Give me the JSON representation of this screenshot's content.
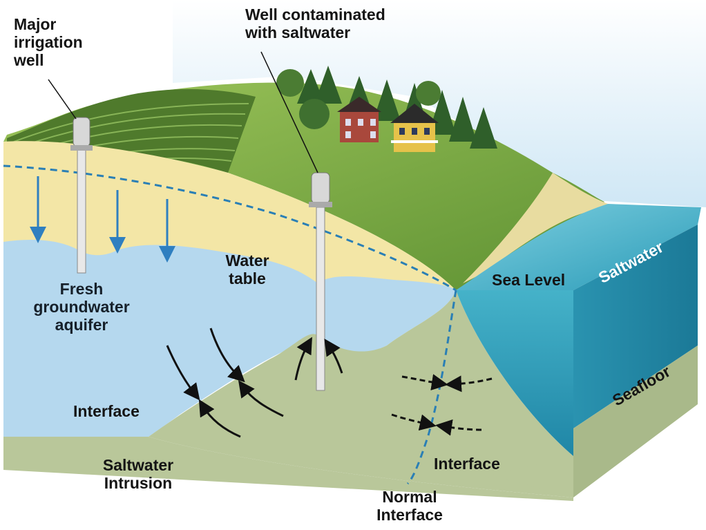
{
  "labels": {
    "major_irrigation_well": "Major\nirrigation\nwell",
    "well_contaminated": "Well contaminated\nwith saltwater",
    "water_table": "Water\ntable",
    "sea_level": "Sea Level",
    "saltwater": "Saltwater",
    "seafloor": "Seafloor",
    "fresh_aquifer": "Fresh\ngroundwater\naquifer",
    "interface_left": "Interface",
    "saltwater_intrusion": "Saltwater\nIntrusion",
    "interface_right": "Interface",
    "normal_interface": "Normal\nInterface"
  },
  "colors": {
    "sky": "#d6ecf7",
    "land_grass": "#7fae48",
    "sand": "#f3e6a6",
    "fresh_water": "#b5d8ee",
    "salt_ground": "#b9c79a",
    "sea": "#3aa7c2",
    "water_table_line": "#2a7fb5",
    "flow_arrow_blue": "#2f7fc0",
    "flow_arrow_black": "#111111"
  }
}
